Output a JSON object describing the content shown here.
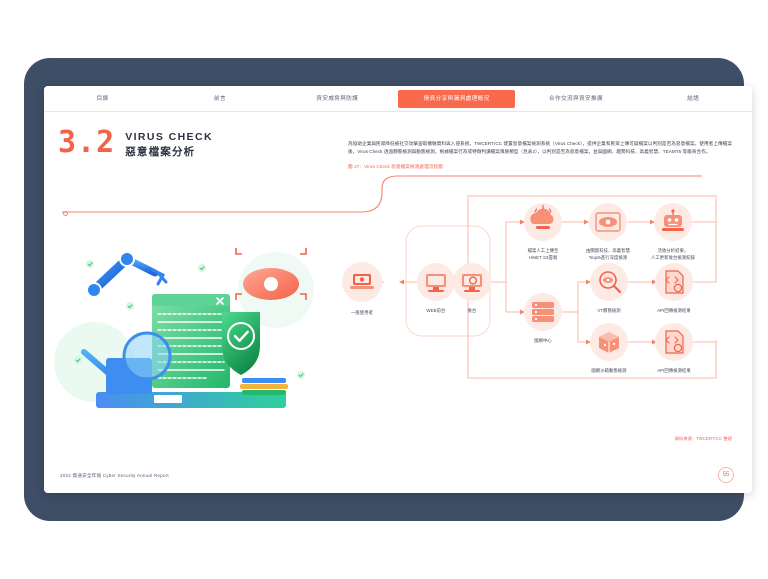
{
  "nav": {
    "items": [
      {
        "label": "目錄",
        "active": false
      },
      {
        "label": "前言",
        "active": false
      },
      {
        "label": "資安威脅與防護",
        "active": false
      },
      {
        "label": "情資分享與漏洞處理概況",
        "active": true
      },
      {
        "label": "合作交流與資安推廣",
        "active": false
      },
      {
        "label": "結語",
        "active": false
      }
    ]
  },
  "section": {
    "number": "3.2",
    "title_en": "VIRUS CHECK",
    "title_zh": "惡意檔案分析"
  },
  "content": {
    "paragraph": "為協助企業與民眾降低被社交攻擊盜取機敏資料與入侵系統，TWCERT/CC 建置惡意檔案檢測系統（Virus Check），提供企業和民眾上傳可疑檔案以判別是否為惡意檔案。使用者上傳檔案後，Virus Check 透過靜態檢測與動態檢測，根據檔案行為或特徵判讀檔案風險類型（見表2），以判別是否為惡意檔案，並與國網、趨勢科技、高義智慧、TEAMT5 等廠商合作。",
    "figure_caption": "圖 27：Virus Check 惡意檔案檢測處理流程圖",
    "source_note": "資料來源：TWCERT/CC 整理"
  },
  "diagram": {
    "nodes": [
      {
        "id": "user",
        "label": "一般使用者",
        "icon": "user-laptop-icon"
      },
      {
        "id": "web",
        "label": "WEB前台",
        "icon": "monitor-icon"
      },
      {
        "id": "backend",
        "label": "後台",
        "icon": "server-monitor-icon"
      },
      {
        "id": "upload",
        "label_1": "檔案人工上傳至",
        "label_2": "HiNET S3雲端",
        "icon": "cloud-upload-icon"
      },
      {
        "id": "deep",
        "label_1": "由關貿科技、高義智慧",
        "label_2": "Teqo5進行深度檢測",
        "icon": "eye-scan-icon"
      },
      {
        "id": "analysis",
        "label_1": "活收分析結果，",
        "label_2": "人工更新後台檢測紀錄",
        "icon": "robot-icon"
      },
      {
        "id": "nchc",
        "label": "國網中心",
        "icon": "database-icon"
      },
      {
        "id": "vt",
        "label": "VT靜態檢測",
        "icon": "magnifier-icon"
      },
      {
        "id": "api1",
        "label": "API回傳檢測結果",
        "icon": "document-code-icon"
      },
      {
        "id": "sandbox",
        "label": "國網沙箱動態檢測",
        "icon": "box-cube-icon"
      },
      {
        "id": "api2",
        "label": "API回傳檢測結果",
        "icon": "document-code-icon"
      }
    ]
  },
  "footer": {
    "text": "2022 資通安全年報 Cyber Security Annual Report",
    "page_number": "55"
  },
  "colors": {
    "accent": "#f4624a",
    "active_tab": "#f96a4d",
    "frame": "#3e4e66",
    "text": "#3b4250"
  }
}
